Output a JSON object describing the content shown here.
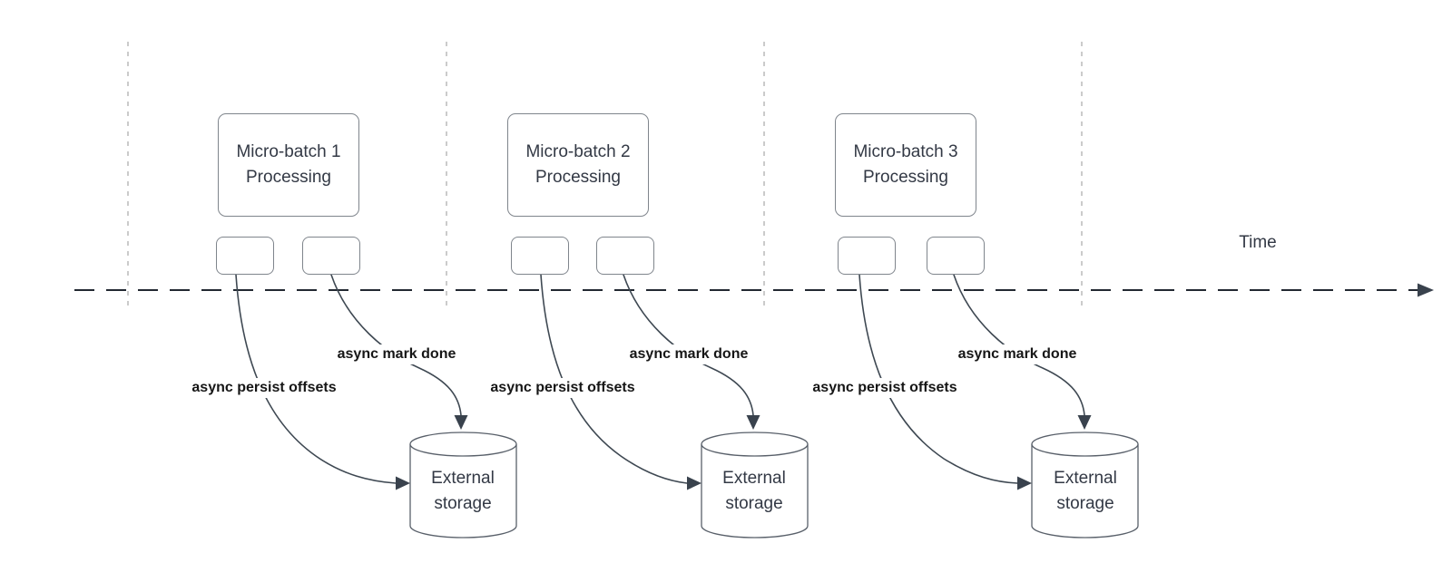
{
  "colors": {
    "accent": "#3e4852",
    "arrowhead": "#39424d",
    "timeline": "#222831",
    "guide": "#b5b5b5",
    "box-border": "#7f858c",
    "cylinder-border": "#59606a",
    "text": "#333945",
    "label-text": "#161616"
  },
  "timeline": {
    "axis_label": "Time"
  },
  "groups": [
    {
      "title": "Micro-batch 1",
      "subtitle": "Processing",
      "persist_label": "async persist offsets",
      "done_label": "async mark done",
      "storage_label": "External storage"
    },
    {
      "title": "Micro-batch 2",
      "subtitle": "Processing",
      "persist_label": "async persist offsets",
      "done_label": "async mark done",
      "storage_label": "External storage"
    },
    {
      "title": "Micro-batch 3",
      "subtitle": "Processing",
      "persist_label": "async persist offsets",
      "done_label": "async mark done",
      "storage_label": "External storage"
    }
  ]
}
